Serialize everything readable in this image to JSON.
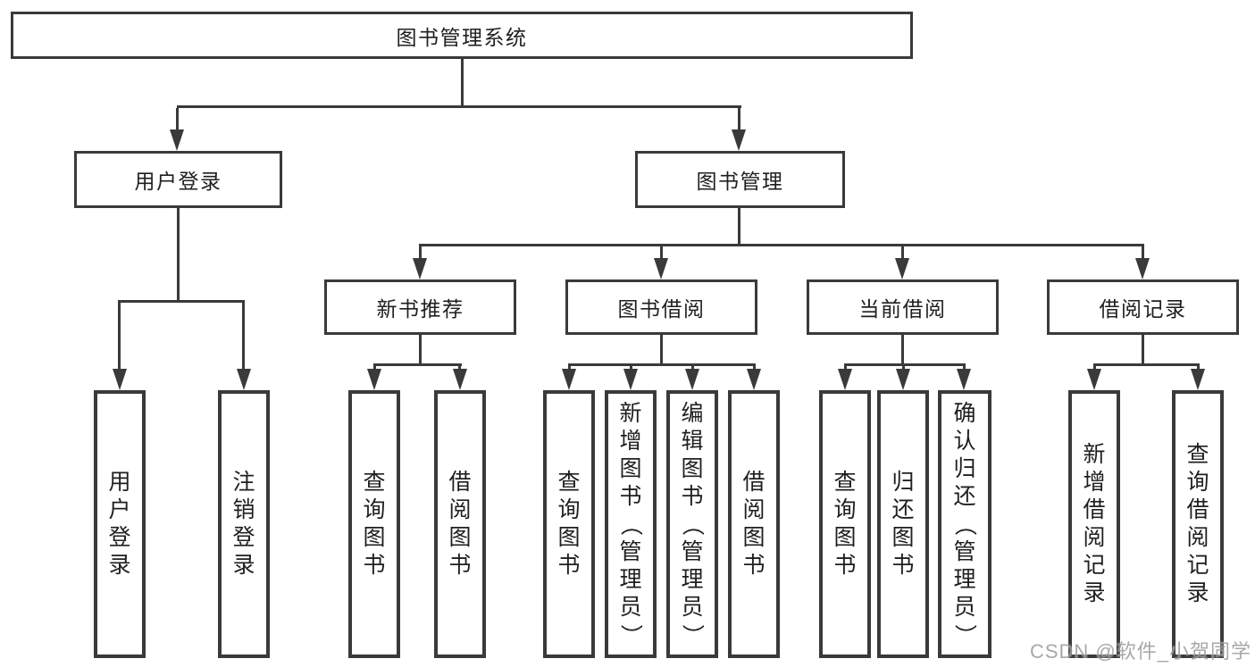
{
  "tree": {
    "root": {
      "label": "图书管理系统"
    },
    "branches": [
      {
        "label": "用户登录",
        "children": [
          {
            "label": "用户登录"
          },
          {
            "label": "注销登录"
          }
        ]
      },
      {
        "label": "图书管理",
        "children": [
          {
            "label": "新书推荐",
            "children": [
              {
                "label": "查询图书"
              },
              {
                "label": "借阅图书"
              }
            ]
          },
          {
            "label": "图书借阅",
            "children": [
              {
                "label": "查询图书"
              },
              {
                "label": "新增图书（管理员）"
              },
              {
                "label": "编辑图书（管理员）"
              },
              {
                "label": "借阅图书"
              }
            ]
          },
          {
            "label": "当前借阅",
            "children": [
              {
                "label": "查询图书"
              },
              {
                "label": "归还图书"
              },
              {
                "label": "确认归还（管理员）"
              }
            ]
          },
          {
            "label": "借阅记录",
            "children": [
              {
                "label": "新增借阅记录"
              },
              {
                "label": "查询借阅记录"
              }
            ]
          }
        ]
      }
    ]
  },
  "watermark": {
    "text": "CSDN @软件_小贺同学"
  },
  "colors": {
    "line": "#3a3a3a",
    "text": "#1f1f1f",
    "watermark": "#999999",
    "background": "#ffffff"
  }
}
